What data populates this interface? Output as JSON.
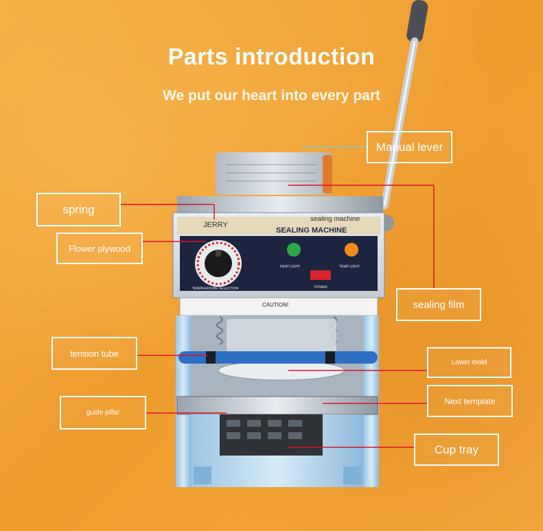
{
  "header": {
    "title": "Parts introduction",
    "subtitle": "We put our heart into every part"
  },
  "machine": {
    "brand": "JERRY",
    "model_text": "sealing machine",
    "panel_title": "SEALING MACHINE",
    "temperature_label": "TEMPERATURE SELECTION",
    "heat_light_label": "HEAT LIGHT",
    "temp_light_label": "TEMP LIGHT",
    "power_label": "POWER",
    "caution_label": "CAUTION!"
  },
  "labels": {
    "manual_lever": "Manual lever",
    "spring": "spring",
    "flower_plywood": "Flower plywood",
    "sealing_film": "sealing film",
    "tension_tube": "tension tube",
    "lower_mold": "Lower mold",
    "guide_pillar": "guide pillar",
    "next_template": "Next template",
    "cup_tray": "Cup tray"
  },
  "colors": {
    "background": "#f2a63a",
    "leader_line": "#e0102a",
    "label_border": "#ffffff"
  }
}
